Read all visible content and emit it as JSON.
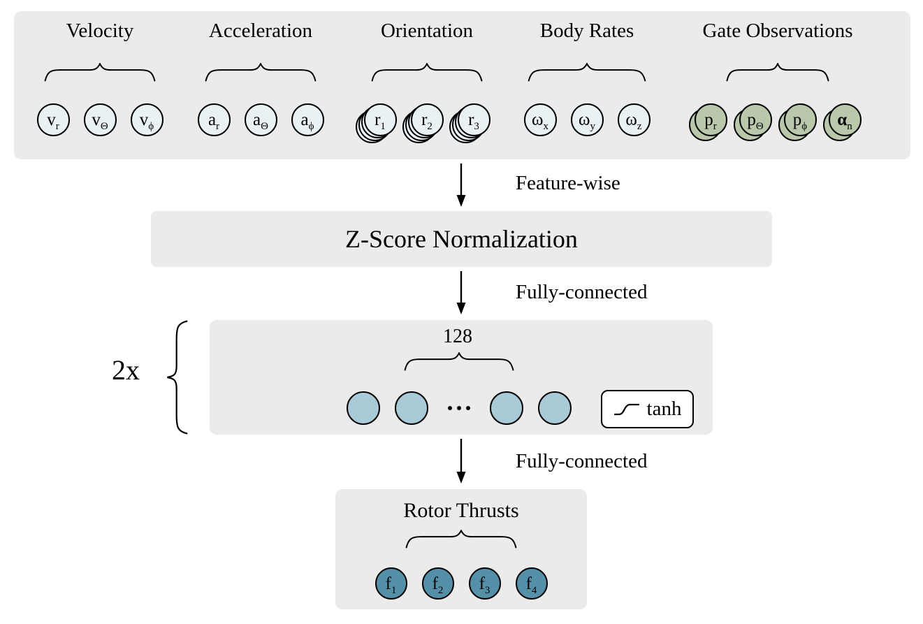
{
  "colors": {
    "panel_gray": "#ebebeb",
    "input_node_blue": "#e9f1f5",
    "gate_node_green": "#b9c7ab",
    "hidden_node_blue": "#a9cbd8",
    "output_node_blue": "#5590a9",
    "stroke_black": "#000000",
    "badge_white": "#ffffff"
  },
  "input_panel": {
    "groups": [
      {
        "title": "Velocity",
        "nodes": [
          {
            "base": "v",
            "sub": "r"
          },
          {
            "base": "v",
            "sub": "Θ"
          },
          {
            "base": "v",
            "sub": "ϕ"
          }
        ]
      },
      {
        "title": "Acceleration",
        "nodes": [
          {
            "base": "a",
            "sub": "r"
          },
          {
            "base": "a",
            "sub": "Θ"
          },
          {
            "base": "a",
            "sub": "ϕ"
          }
        ]
      },
      {
        "title": "Orientation",
        "nodes": [
          {
            "base": "r",
            "sub": "1"
          },
          {
            "base": "r",
            "sub": "2"
          },
          {
            "base": "r",
            "sub": "3"
          }
        ]
      },
      {
        "title": "Body Rates",
        "nodes": [
          {
            "base": "ω",
            "sub": "x"
          },
          {
            "base": "ω",
            "sub": "y"
          },
          {
            "base": "ω",
            "sub": "z"
          }
        ]
      },
      {
        "title": "Gate Observations",
        "nodes": [
          {
            "base": "p",
            "sub": "r"
          },
          {
            "base": "p",
            "sub": "Θ"
          },
          {
            "base": "p",
            "sub": "ϕ"
          },
          {
            "base": "α",
            "sub": "n"
          }
        ]
      }
    ]
  },
  "arrows": [
    {
      "label": "Feature-wise"
    },
    {
      "label": "Fully-connected"
    },
    {
      "label": "Fully-connected"
    }
  ],
  "normalization": {
    "label": "Z-Score Normalization"
  },
  "hidden_block": {
    "repeat_label": "2x",
    "units_label": "128",
    "activation_label": "tanh",
    "ellipsis": "..."
  },
  "output": {
    "title": "Rotor Thrusts",
    "nodes": [
      {
        "base": "f",
        "sub": "1"
      },
      {
        "base": "f",
        "sub": "2"
      },
      {
        "base": "f",
        "sub": "3"
      },
      {
        "base": "f",
        "sub": "4"
      }
    ]
  }
}
